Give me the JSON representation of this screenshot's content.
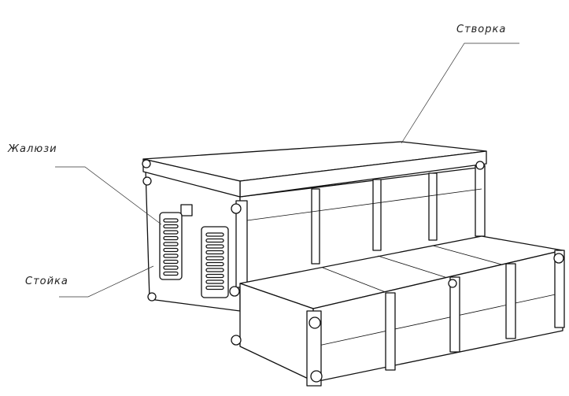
{
  "labels": {
    "stvorka": "Створка",
    "zhalyuzi": "Жалюзи",
    "stoyka": "Стойка"
  }
}
